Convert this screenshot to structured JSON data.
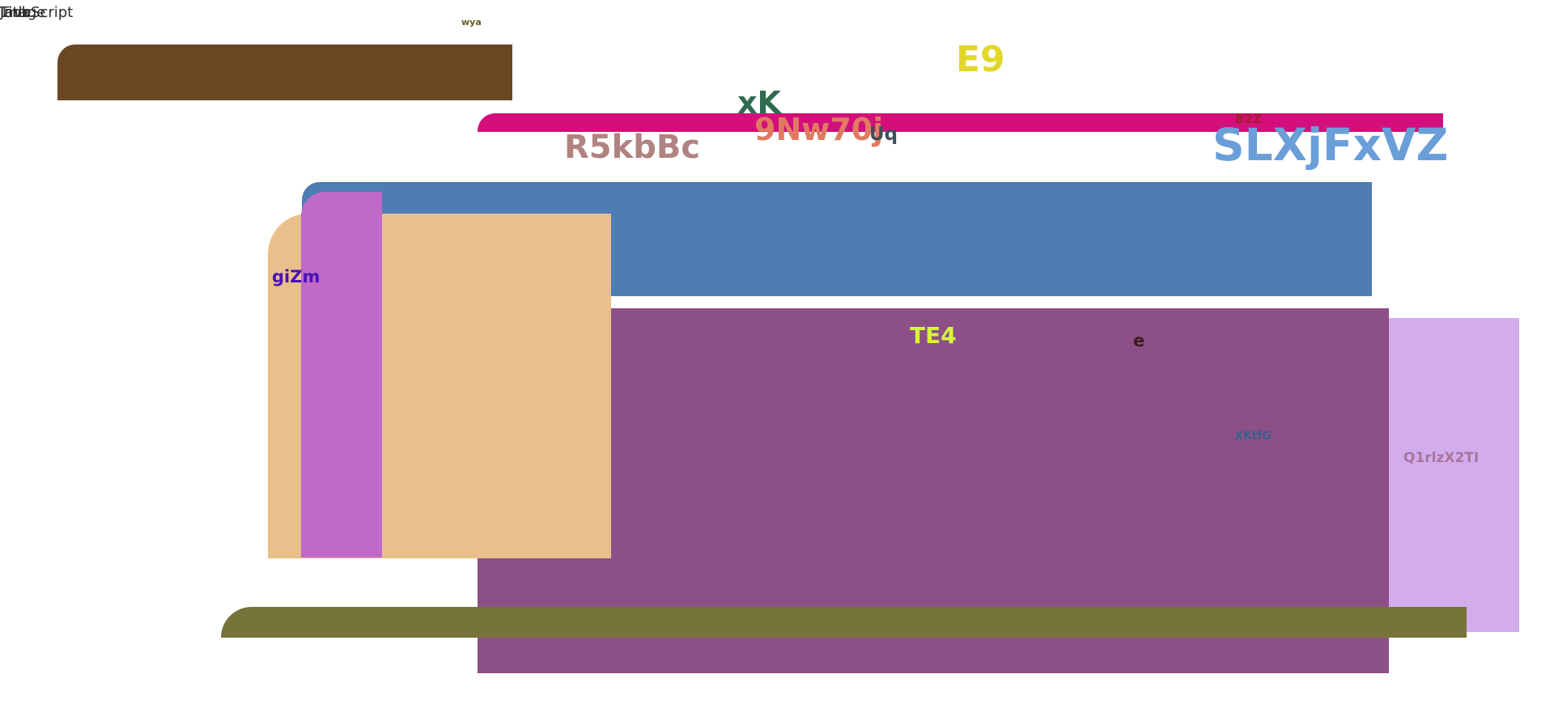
{
  "top_left_labels": [
    "Link",
    "Image",
    "Title",
    "JavaScript"
  ],
  "labels": {
    "wya": "wya",
    "e9": "E9",
    "xk": "xK",
    "code_9nw": "9Nw70j",
    "uq": "Uq",
    "r5": "R5kbBc",
    "b2z": "B2Z",
    "slx": "SLXjFxVZ",
    "gizm": "giZm",
    "te4": "TE4",
    "e": "e",
    "xk2": "XKtfG",
    "q1": "Q1rlzX2TI"
  },
  "colors": {
    "brown": "#6b4824",
    "pink": "#d20f7b",
    "blue": "#4e7db5",
    "plum": "#8c5087",
    "lavender": "#d3acee",
    "tan": "#e9c08b",
    "orchid": "#bf6ac8",
    "olive": "#76733b"
  }
}
